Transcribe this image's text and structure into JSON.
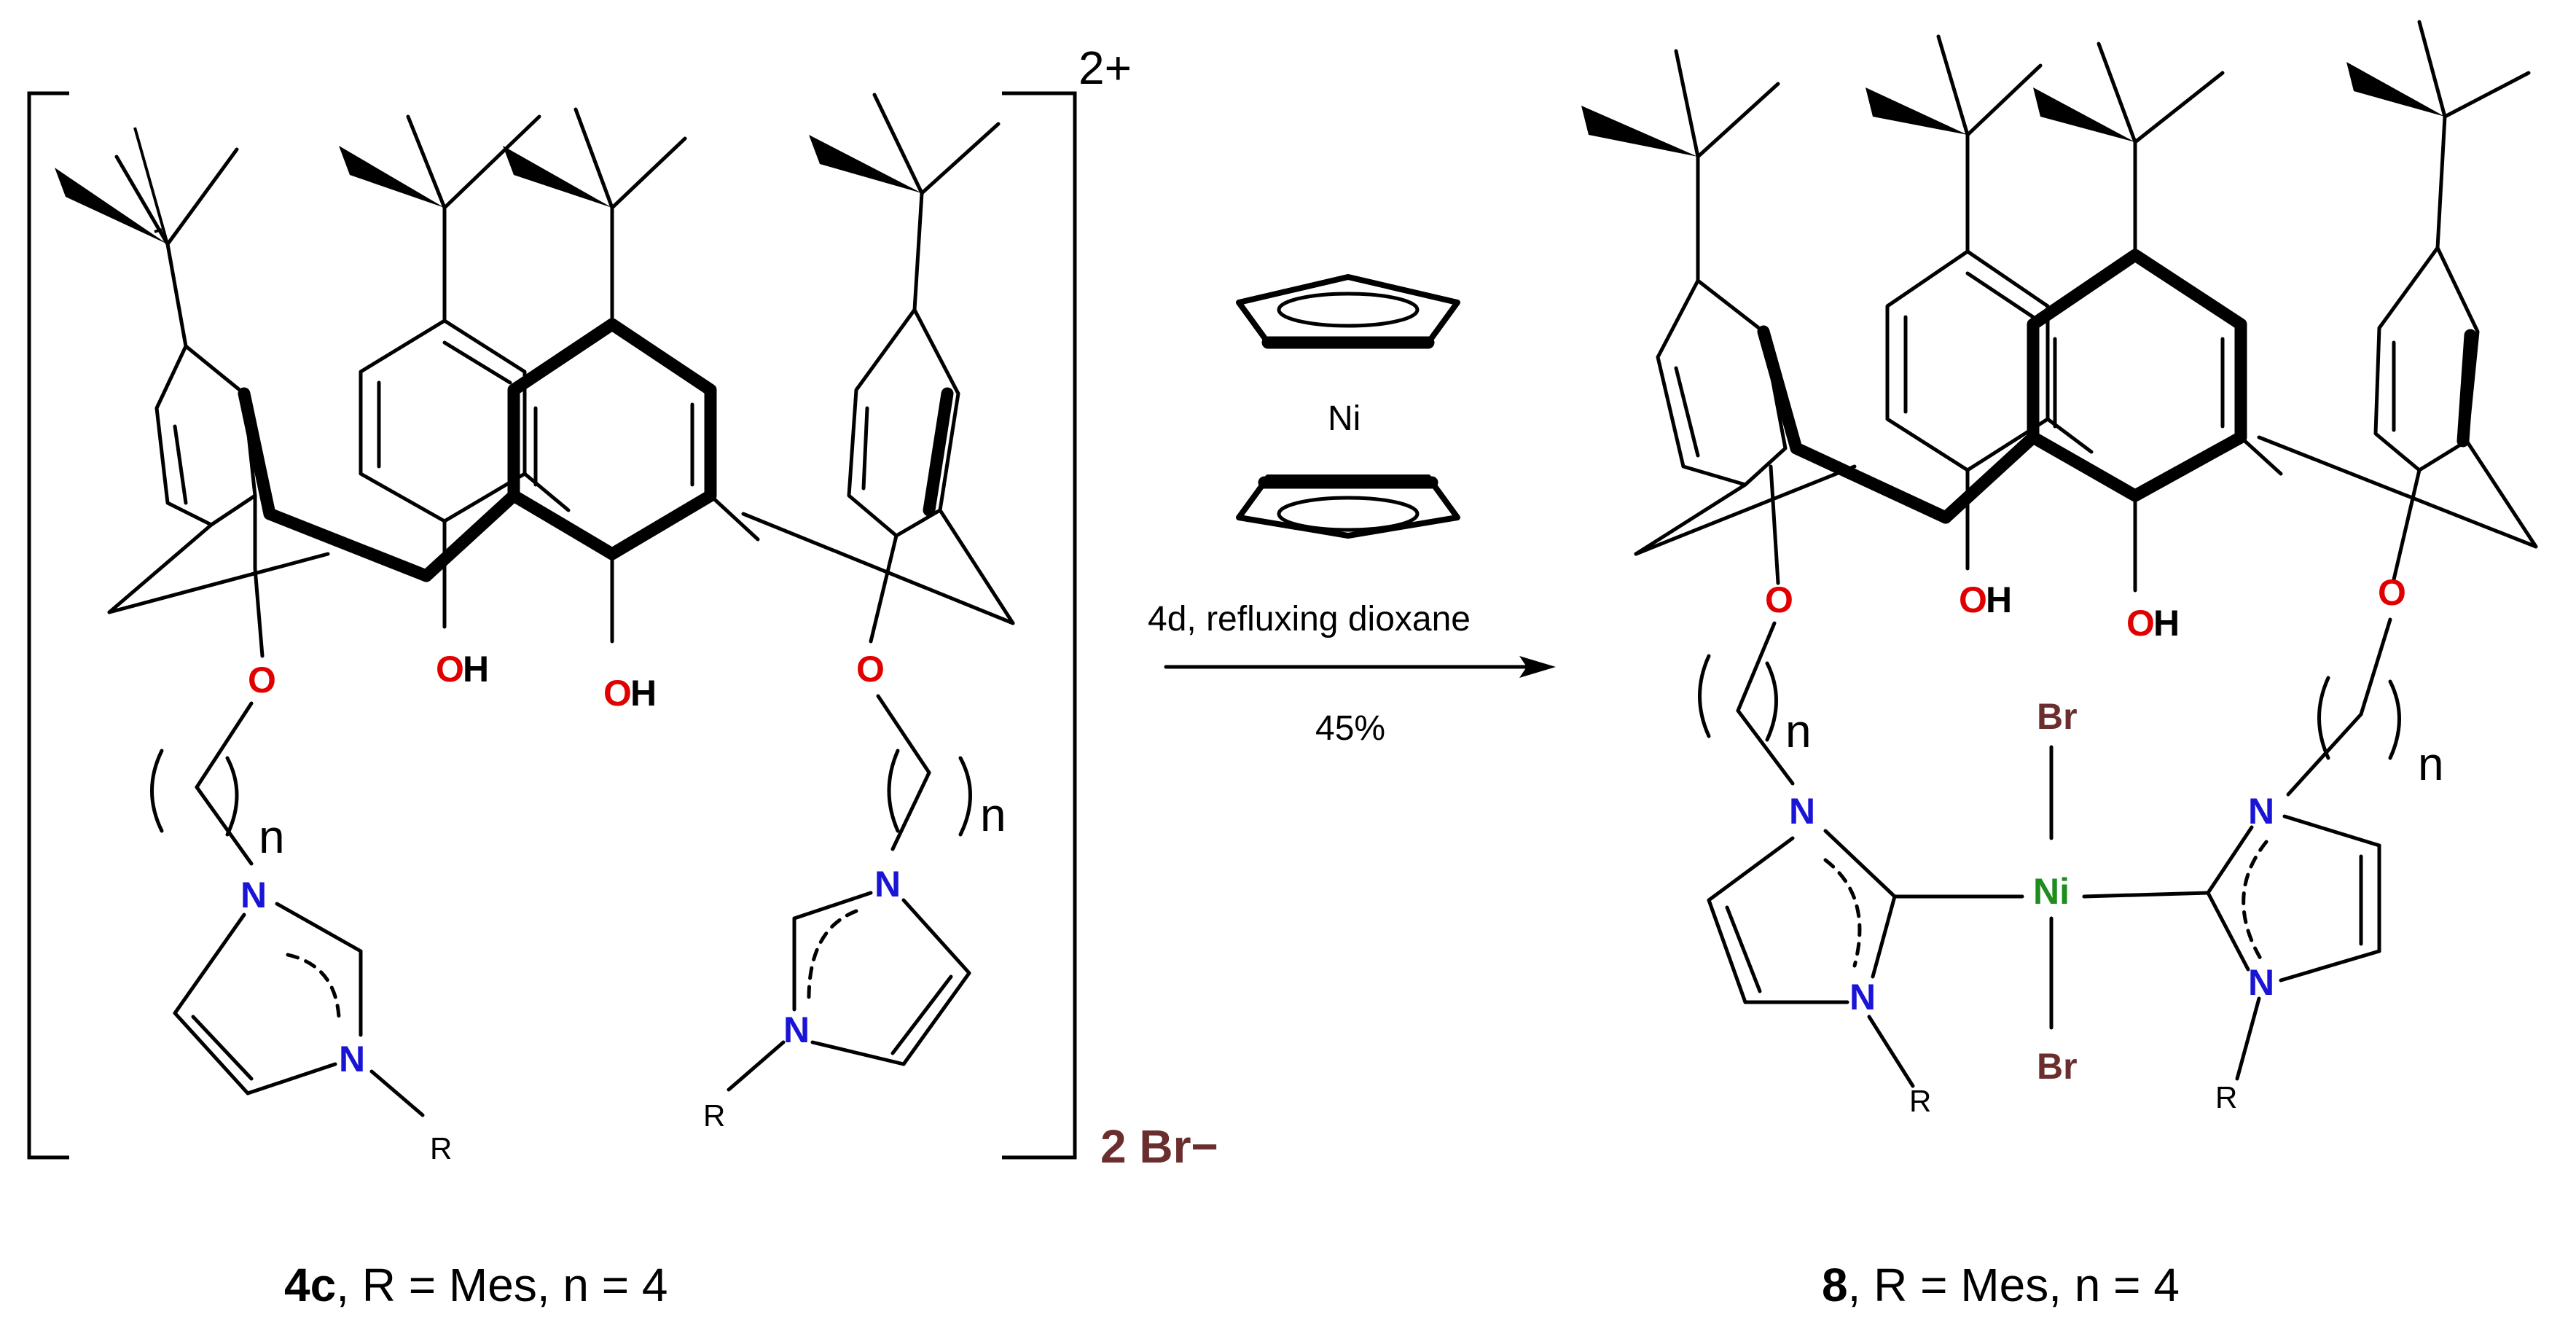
{
  "reactant": {
    "charge": "2+",
    "counterion": "2 Br−",
    "compound_id": "4c",
    "caption_rest": ", R = Mes, n = 4",
    "atoms": {
      "O_left": "O",
      "H_left": "H",
      "O_mid": "O",
      "H_mid": "H",
      "O_ether_left": "O",
      "O_ether_right": "O",
      "N_left_top": "N",
      "N_left_bottom": "N",
      "N_right_top": "N",
      "N_right_bottom": "N",
      "R_left": "R",
      "R_right": "R",
      "n_left": "n",
      "n_right": "n"
    }
  },
  "reagent": {
    "metal": "Ni",
    "conditions": "4d, refluxing dioxane",
    "yield": "45%"
  },
  "product": {
    "compound_id": "8",
    "caption_rest": ", R = Mes, n = 4",
    "atoms": {
      "O_ether_left": "O",
      "O_ether_right": "O",
      "O_mid_left": "O",
      "H_mid_left": "H",
      "O_mid_right": "O",
      "H_mid_right": "H",
      "Br_top": "Br",
      "Br_bottom": "Br",
      "Ni_center": "Ni",
      "N_left_top": "N",
      "N_left_bottom": "N",
      "N_right_top": "N",
      "N_right_bottom": "N",
      "R_left": "R",
      "R_right": "R",
      "n_left": "n",
      "n_right": "n"
    }
  },
  "colors": {
    "oxygen": "#e10000",
    "nitrogen": "#1a14d6",
    "nickel": "#1e8c1e",
    "bromine": "#6a2e2e"
  }
}
